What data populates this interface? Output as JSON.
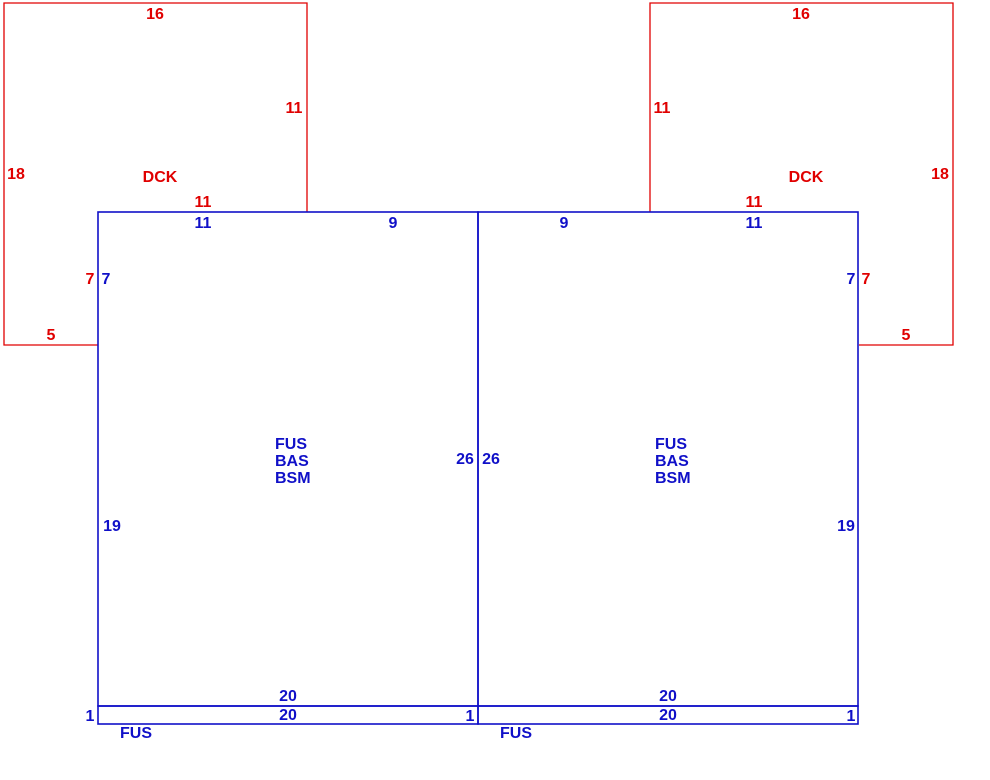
{
  "colors": {
    "deck": "#e00000",
    "structure": "#1010c8"
  },
  "deck_left": {
    "name": "DCK",
    "dims": {
      "top": "16",
      "right_upper": "11",
      "left": "18",
      "bottom_inner": "11",
      "side_short": "7",
      "bottom_stub": "5"
    }
  },
  "deck_right": {
    "name": "DCK",
    "dims": {
      "top": "16",
      "left_upper": "11",
      "right": "18",
      "bottom_inner": "11",
      "side_short": "7",
      "bottom_stub": "5"
    }
  },
  "unit_left": {
    "labels": [
      "FUS",
      "BAS",
      "BSM"
    ],
    "dims": {
      "top_a": "11",
      "top_b": "9",
      "side_short": "7",
      "left": "19",
      "center": "26",
      "bottom": "20"
    }
  },
  "unit_right": {
    "labels": [
      "FUS",
      "BAS",
      "BSM"
    ],
    "dims": {
      "top_a": "9",
      "top_b": "11",
      "side_short": "7",
      "right": "19",
      "center": "26",
      "bottom": "20"
    }
  },
  "strip_left": {
    "label": "FUS",
    "dims": {
      "length": "20",
      "end_left": "1",
      "end_right": "1"
    }
  },
  "strip_right": {
    "label": "FUS",
    "dims": {
      "length": "20",
      "end_right": "1"
    }
  }
}
